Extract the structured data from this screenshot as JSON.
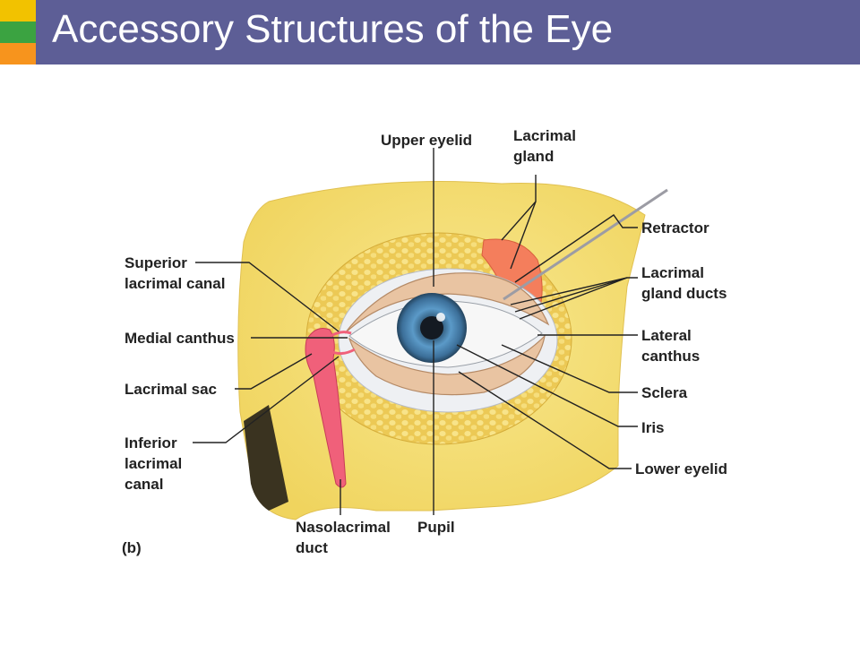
{
  "slide": {
    "title": "Accessory Structures of the Eye"
  },
  "colors": {
    "title_bar": "#5d5e96",
    "accent_top": "#f2c200",
    "accent_mid": "#3ba341",
    "accent_bottom": "#f7941d",
    "bone": "#f5df74",
    "fat": "#e9c84f",
    "gland": "#f47e5c",
    "iris": "#4a86b4"
  },
  "figure": {
    "panel_letter": "(b)",
    "labels": {
      "upper_eyelid": "Upper eyelid",
      "lacrimal_gland": [
        "Lacrimal",
        "gland"
      ],
      "retractor": "Retractor",
      "lacrimal_gland_ducts": [
        "Lacrimal",
        "gland ducts"
      ],
      "lateral_canthus": [
        "Lateral",
        "canthus"
      ],
      "sclera": "Sclera",
      "iris": "Iris",
      "lower_eyelid": "Lower eyelid",
      "superior_lacrimal_canal": [
        "Superior",
        "lacrimal canal"
      ],
      "medial_canthus": "Medial canthus",
      "lacrimal_sac": "Lacrimal sac",
      "inferior_lacrimal_canal": [
        "Inferior",
        "lacrimal",
        "canal"
      ],
      "nasolacrimal_duct": [
        "Nasolacrimal",
        "duct"
      ],
      "pupil": "Pupil"
    }
  }
}
